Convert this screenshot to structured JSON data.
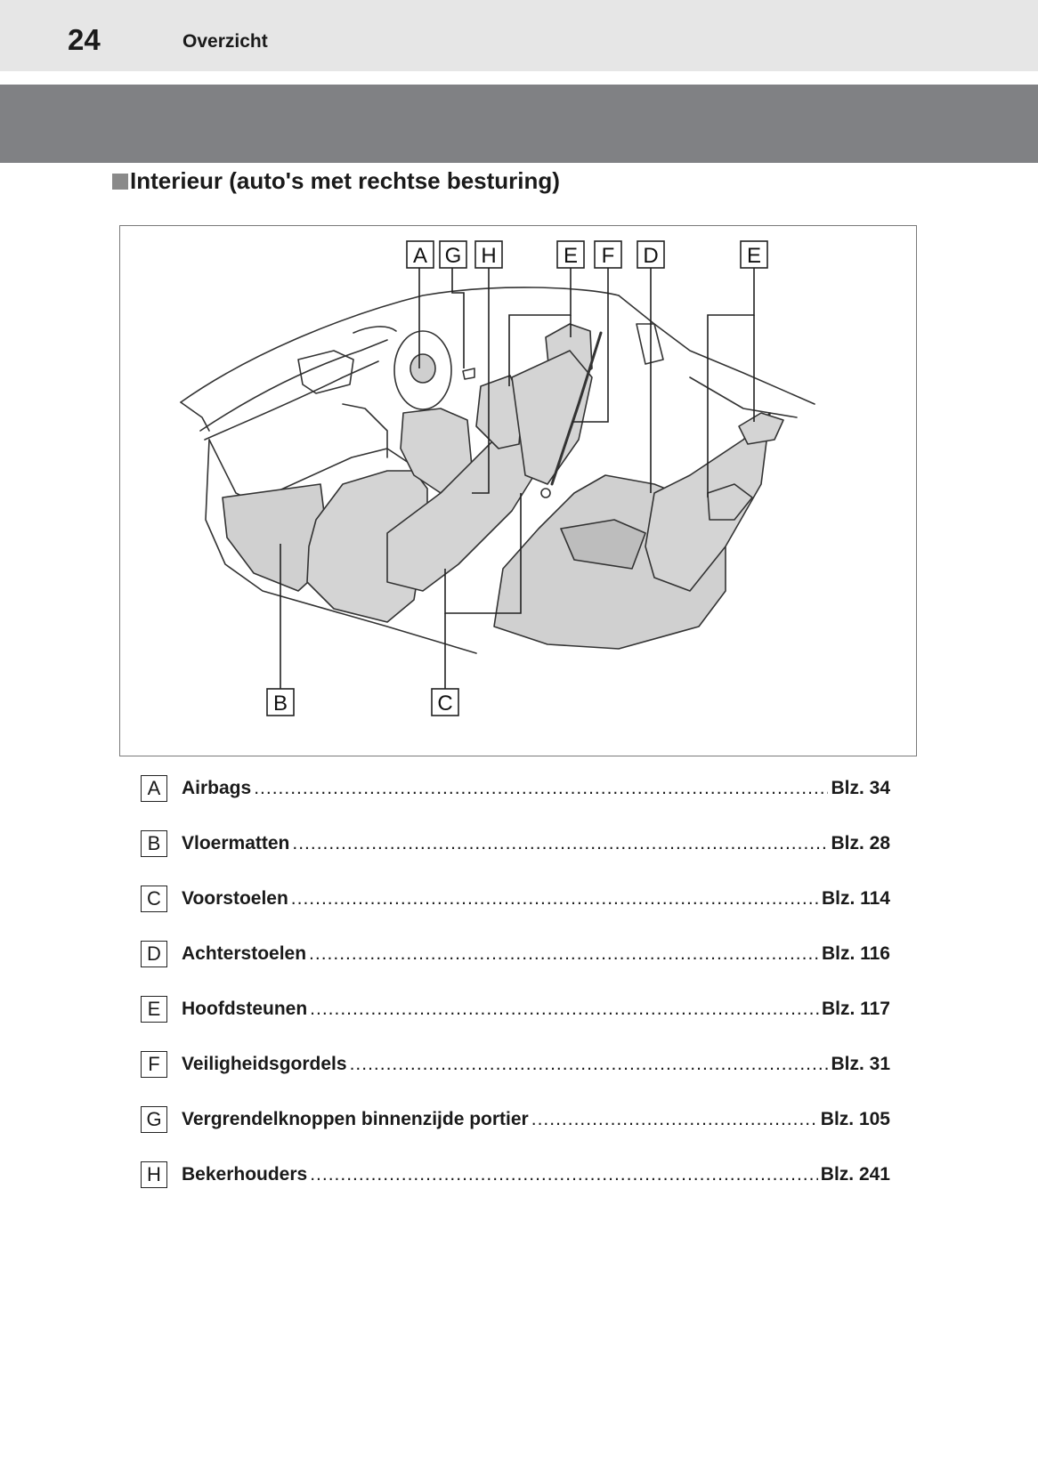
{
  "header": {
    "page_number": "24",
    "section_name": "Overzicht"
  },
  "heading": {
    "title": "Interieur (auto's met rechtse besturing)"
  },
  "figure": {
    "callouts": {
      "A": "A",
      "G": "G",
      "H": "H",
      "E1": "E",
      "F": "F",
      "D": "D",
      "E2": "E",
      "B": "B",
      "C": "C"
    }
  },
  "index": [
    {
      "letter": "A",
      "label": "Airbags",
      "page": "Blz. 34"
    },
    {
      "letter": "B",
      "label": "Vloermatten",
      "page": "Blz. 28"
    },
    {
      "letter": "C",
      "label": "Voorstoelen",
      "page": "Blz. 114"
    },
    {
      "letter": "D",
      "label": "Achterstoelen",
      "page": "Blz. 116"
    },
    {
      "letter": "E",
      "label": "Hoofdsteunen",
      "page": "Blz. 117"
    },
    {
      "letter": "F",
      "label": "Veiligheidsgordels",
      "page": "Blz. 31"
    },
    {
      "letter": "G",
      "label": "Vergrendelknoppen binnenzijde portier",
      "page": "Blz. 105"
    },
    {
      "letter": "H",
      "label": "Bekerhouders",
      "page": "Blz. 241"
    }
  ]
}
